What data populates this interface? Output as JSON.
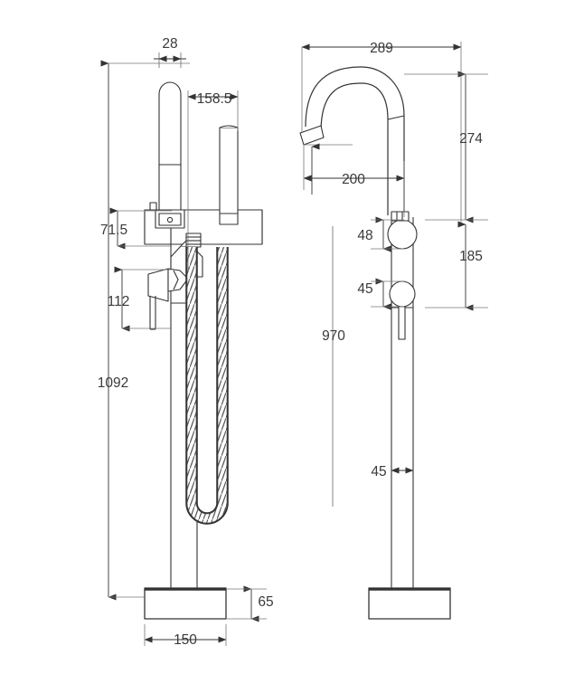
{
  "drawing": {
    "title": "Floor mounted bath mixer with handshower - technical dimension drawing",
    "units": "mm",
    "line_color": "#333333",
    "text_color": "#3a3a3a",
    "background": "#ffffff",
    "views": [
      {
        "name": "front-elevation",
        "label": ""
      },
      {
        "name": "side-elevation",
        "label": ""
      }
    ],
    "dimensions": {
      "front": {
        "handshower_width": "28",
        "handshower_offset": "158.5",
        "spout_to_handle_top": "71.5",
        "handle_height": "112",
        "total_height": "1092",
        "base_height": "65",
        "base_width": "150"
      },
      "side": {
        "spout_reach_total": "289",
        "spout_outlet_reach": "200",
        "spout_height_from_valve": "274",
        "valve_to_spout": "185",
        "upper_knob": "48",
        "lower_knob": "45",
        "riser_height": "970",
        "riser_diameter": "45"
      }
    }
  }
}
